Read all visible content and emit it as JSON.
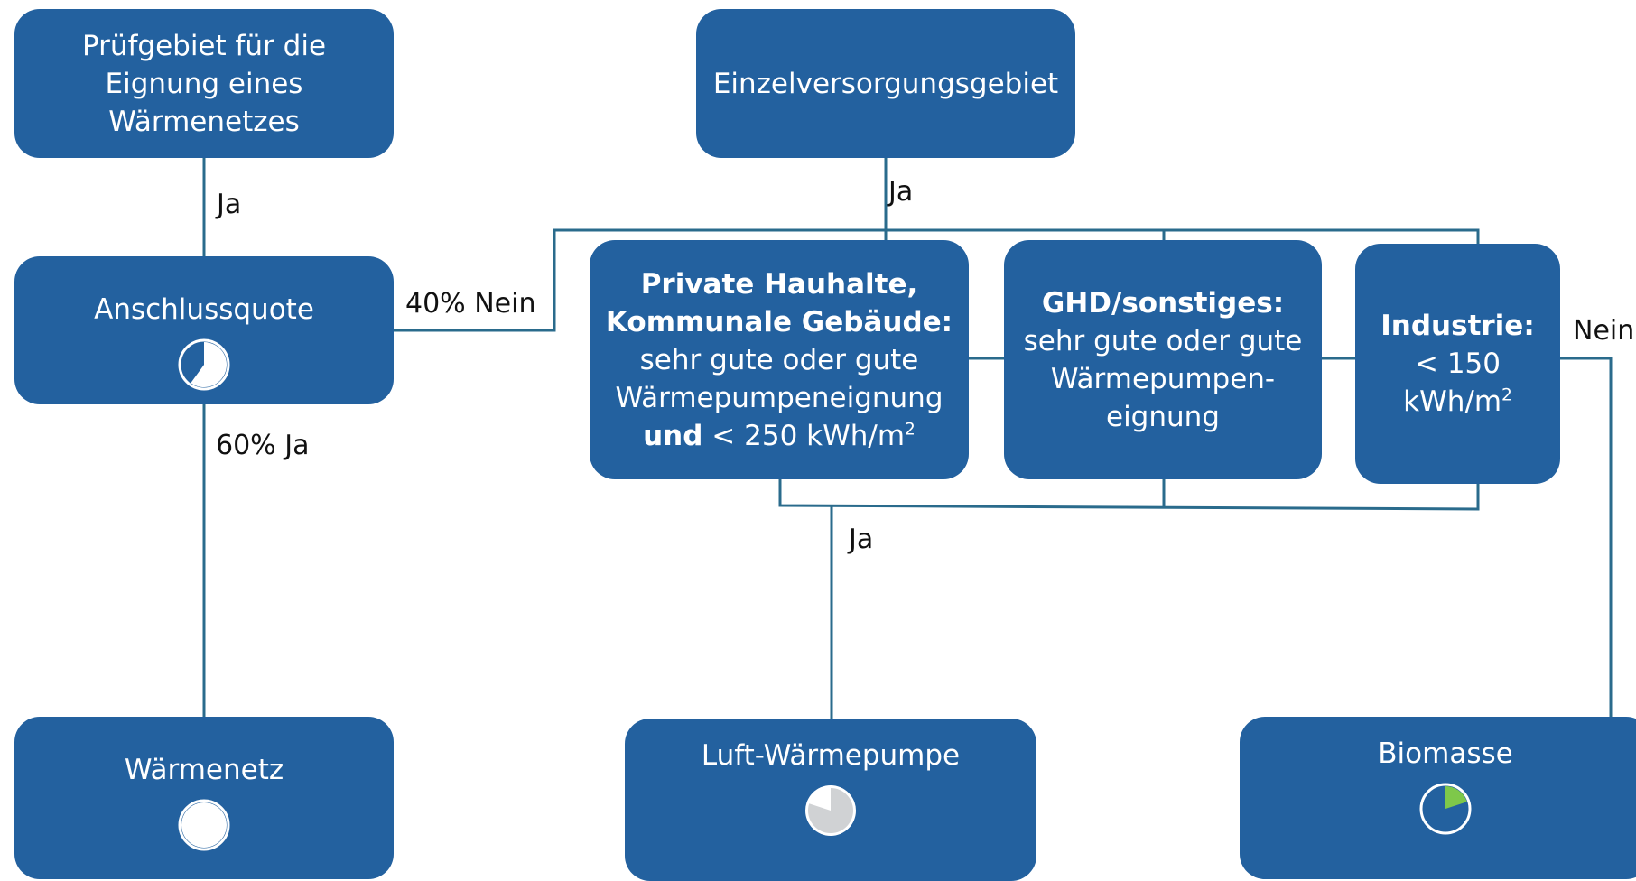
{
  "nodes": {
    "pruefgebiet": [
      "Prüfgebiet für die",
      "Eignung eines",
      "Wärmenetzes"
    ],
    "einzel": "Einzelversorgungsgebiet",
    "anschluss": "Anschlussquote",
    "private": {
      "bold_line1": "Private Hauhalte,",
      "bold_line2": "Kommunale Gebäude:",
      "line3": "sehr gute oder gute",
      "line4": "Wärmepumpeneignung",
      "bold_und": "und",
      "limit": "< 250 kWh/m",
      "sup": "2"
    },
    "ghd": {
      "bold_line1": "GHD/sonstiges:",
      "line2": "sehr gute oder gute",
      "line3": "Wärmepumpen-",
      "line4": "eignung"
    },
    "industrie": {
      "bold_line1": "Industrie:",
      "line2": "< 150",
      "line3": "kWh/m",
      "sup": "2"
    },
    "waermenetz": "Wärmenetz",
    "luft": "Luft-Wärmepumpe",
    "biomasse": "Biomasse"
  },
  "edge_labels": {
    "ja_left": "Ja",
    "ja_top": "Ja",
    "nein_40": "40% Nein",
    "ja_60": "60% Ja",
    "ja_middle": "Ja",
    "nein_right": "Nein"
  },
  "indicators": {
    "anschluss_fill": 0.6,
    "waermenetz_fill": 1.0,
    "luft_fill": 0.8,
    "biomasse_fill": 0.2
  },
  "colors": {
    "box": "#23619f",
    "connector": "#2a6b8c",
    "pie_fill": "#ffffff",
    "pie_gray": "#d0d2d4",
    "pie_green": "#7ec84a"
  }
}
